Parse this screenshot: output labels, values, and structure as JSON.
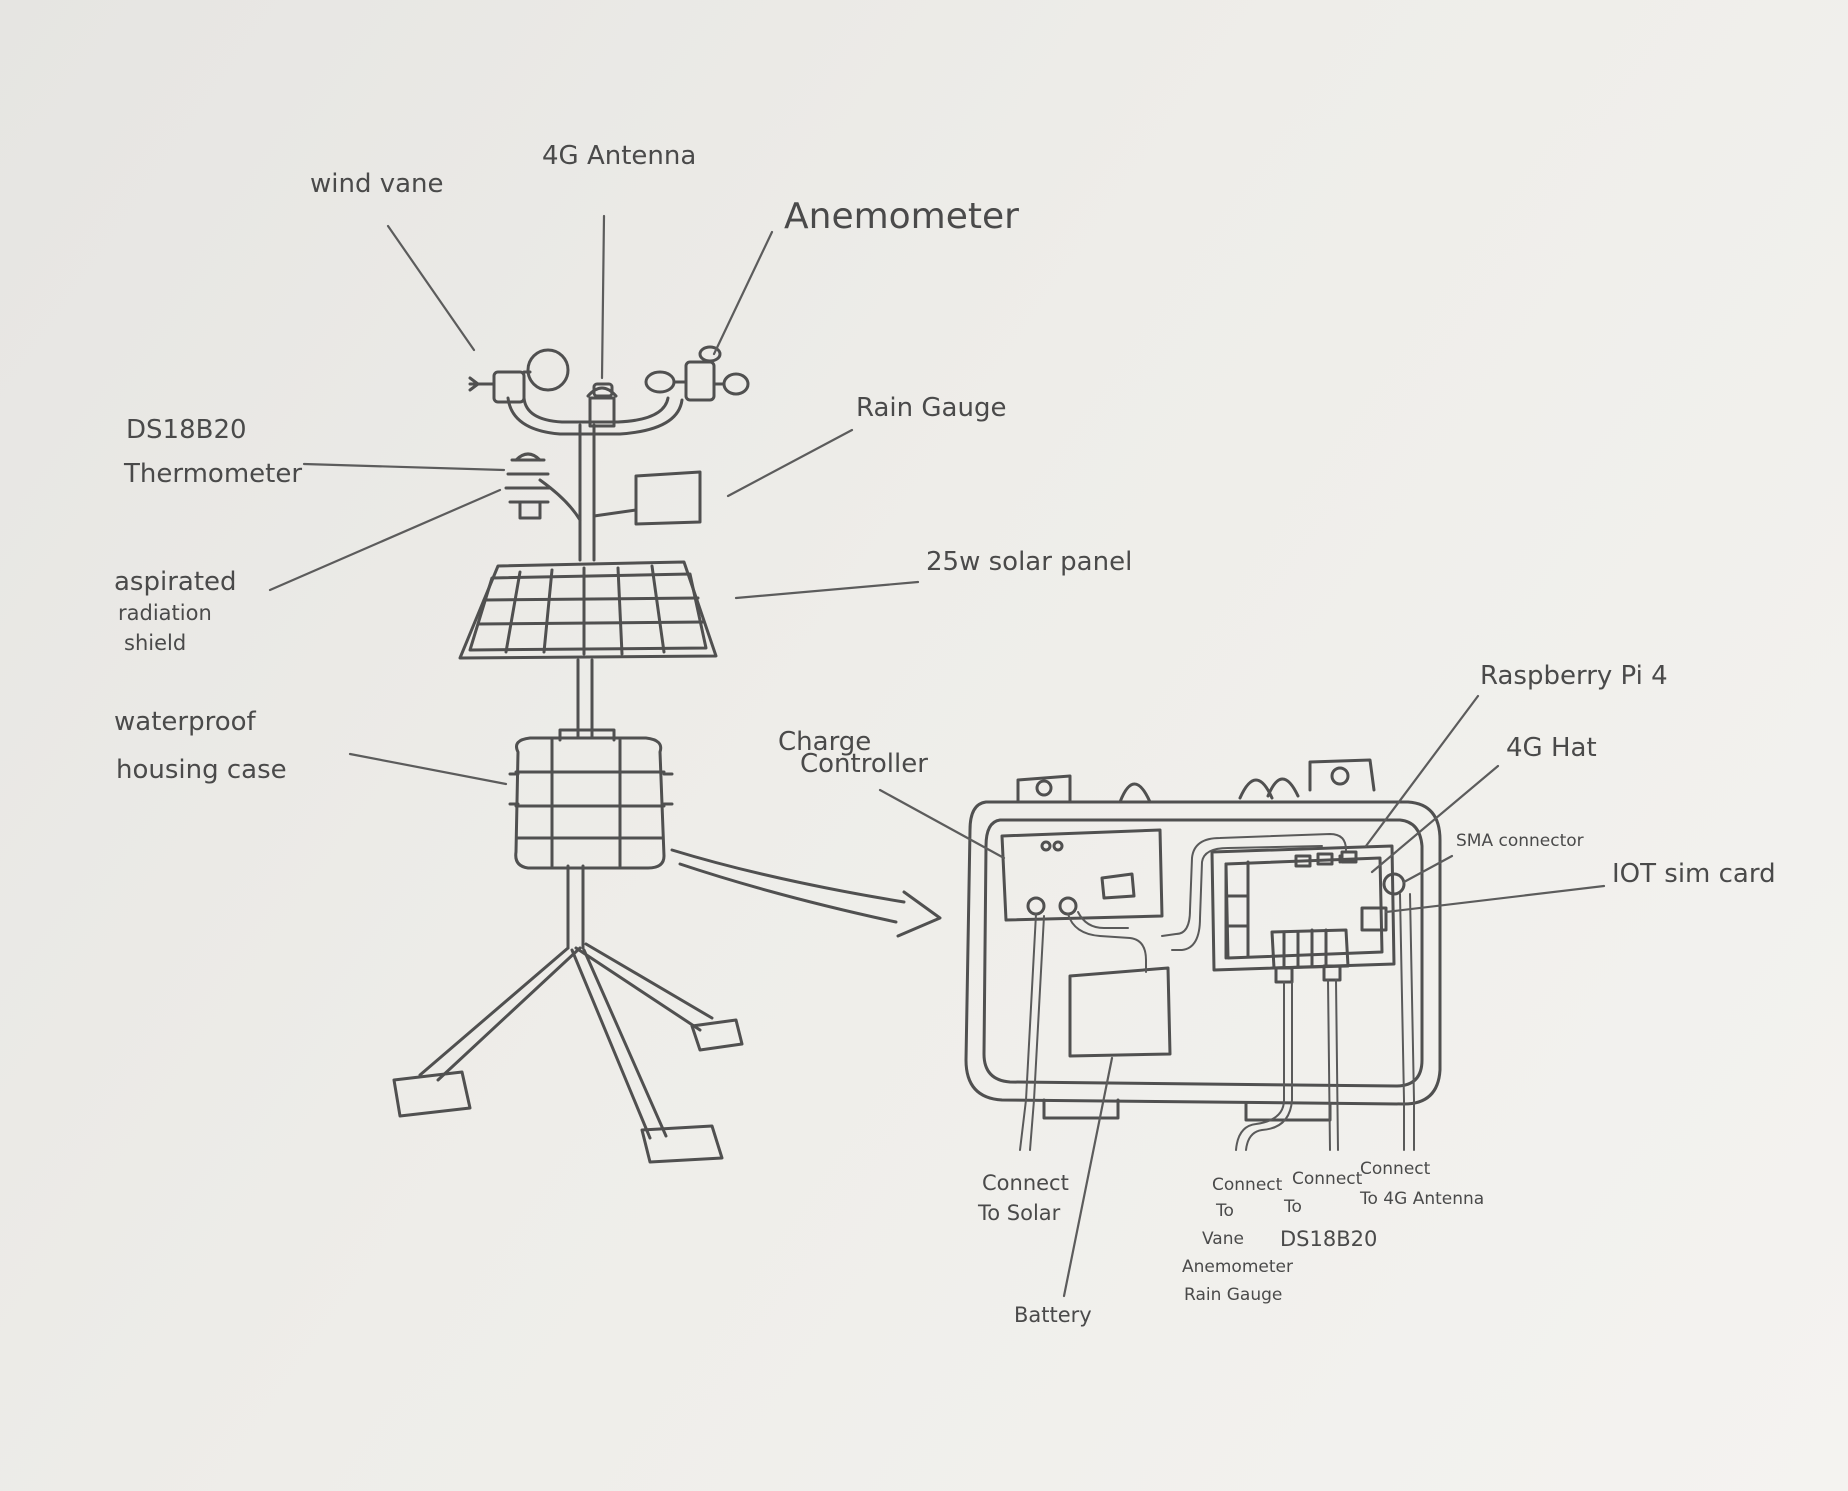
{
  "labels": {
    "wind_vane": "wind vane",
    "antenna_4g": "4G Antenna",
    "anemometer": "Anemometer",
    "ds18b20_line1": "DS18B20",
    "ds18b20_line2": "Thermometer",
    "rain_gauge": "Rain Gauge",
    "shield_line1": "aspirated",
    "shield_line2": "radiation",
    "shield_line3": "shield",
    "solar_panel": "25w solar panel",
    "housing_line1": "waterproof",
    "housing_line2": "housing case",
    "charge_line1": "Charge",
    "charge_line2": "Controller",
    "raspberry_pi": "Raspberry Pi 4",
    "hat_4g": "4G Hat",
    "sma_connector": "SMA connector",
    "iot_sim": "IOT sim card",
    "battery": "Battery",
    "solar_conn_line1": "Connect",
    "solar_conn_line2": "To Solar",
    "sensors_conn_line1": "Connect",
    "sensors_conn_line2": "To",
    "sensors_conn_line3": "Vane",
    "sensors_conn_line4": "Anemometer",
    "sensors_conn_line5": "Rain Gauge",
    "ds_conn_line1": "Connect",
    "ds_conn_line2": "To",
    "ds_conn_line3": "DS18B20",
    "ant_conn_line1": "Connect",
    "ant_conn_line2": "To 4G Antenna"
  }
}
